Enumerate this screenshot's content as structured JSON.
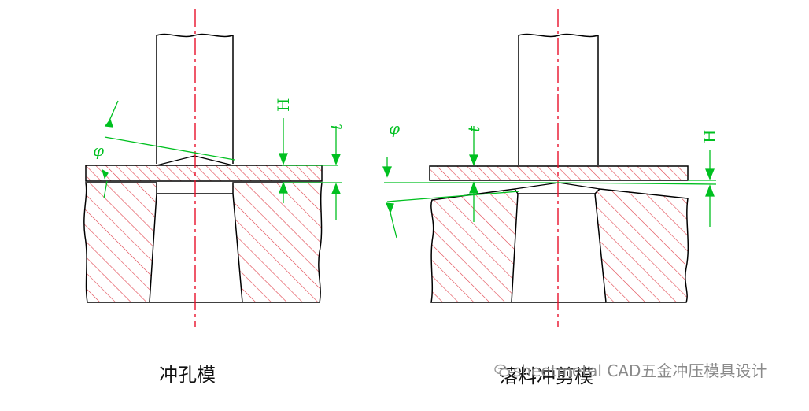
{
  "diagrams": [
    {
      "caption": "冲孔模",
      "labels": {
        "phi": "φ",
        "H": "H",
        "t": "t"
      }
    },
    {
      "caption": "落料冲剪模",
      "labels": {
        "phi": "φ",
        "H": "H",
        "t": "t"
      }
    }
  ],
  "watermark": {
    "text": "sheetmetal CAD五金冲压模具设计",
    "icon": "wechat-icon"
  },
  "colors": {
    "outline": "#000000",
    "section": "#e0404a",
    "centerline": "#e8102a",
    "dimension": "#00c020"
  }
}
